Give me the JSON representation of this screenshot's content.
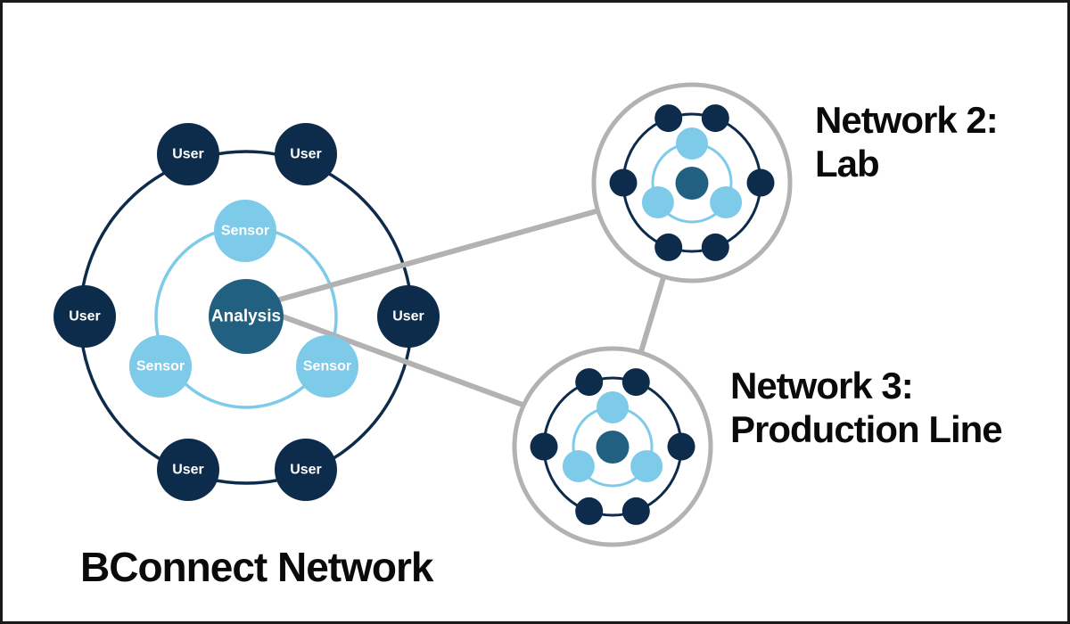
{
  "canvas": {
    "background": "#ffffff",
    "border": "#1a1a1a"
  },
  "colors": {
    "navy": "#0d2b4b",
    "light_blue": "#7dcbe9",
    "teal": "#226081",
    "connector_gray": "#b2b2b2",
    "title_black": "#0a0a0a",
    "label_white": "#ffffff",
    "background": "#ffffff",
    "border": "#1a1a1a"
  },
  "main_network": {
    "title": "BConnect Network",
    "center_label": "Analysis",
    "sensor_labels": [
      "Sensor",
      "Sensor",
      "Sensor"
    ],
    "user_labels": [
      "User",
      "User",
      "User",
      "User",
      "User",
      "User"
    ]
  },
  "network2": {
    "title_line1": "Network 2:",
    "title_line2": "Lab"
  },
  "network3": {
    "title_line1": "Network 3:",
    "title_line2": "Production Line"
  }
}
